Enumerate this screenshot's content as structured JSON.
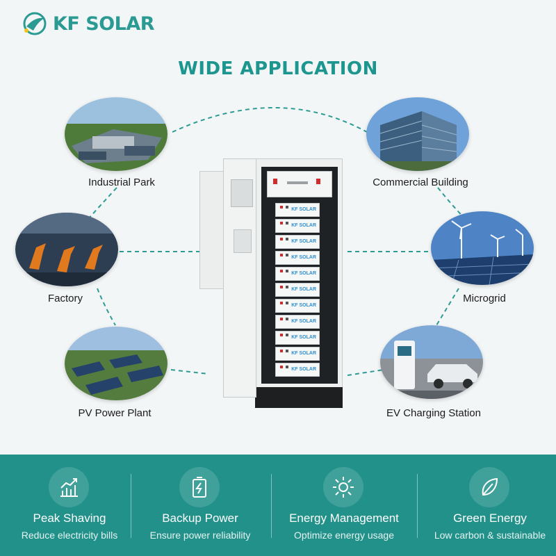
{
  "brand": {
    "name": "KF SOLAR",
    "color": "#2a9a92"
  },
  "title": "WIDE APPLICATION",
  "applications": [
    {
      "label": "Industrial Park",
      "icon": "industrial-park-photo"
    },
    {
      "label": "Commercial Building",
      "icon": "commercial-building-photo"
    },
    {
      "label": "Factory",
      "icon": "factory-photo"
    },
    {
      "label": "Microgrid",
      "icon": "microgrid-photo"
    },
    {
      "label": "PV Power Plant",
      "icon": "pv-power-plant-photo"
    },
    {
      "label": "EV Charging Station",
      "icon": "ev-charging-station-photo"
    }
  ],
  "cabinet": {
    "module_label": "KF SOLAR"
  },
  "features": [
    {
      "title": "Peak Shaving",
      "subtitle": "Reduce electricity bills",
      "icon": "chart-growth-icon"
    },
    {
      "title": "Backup Power",
      "subtitle": "Ensure power reliability",
      "icon": "battery-bolt-icon"
    },
    {
      "title": "Energy Management",
      "subtitle": "Optimize energy usage",
      "icon": "sun-gear-icon"
    },
    {
      "title": "Green Energy",
      "subtitle": "Low carbon & sustainable",
      "icon": "leaf-icon"
    }
  ],
  "colors": {
    "accent": "#1c968e",
    "band": "#21918a",
    "background": "#f3f6f7"
  }
}
